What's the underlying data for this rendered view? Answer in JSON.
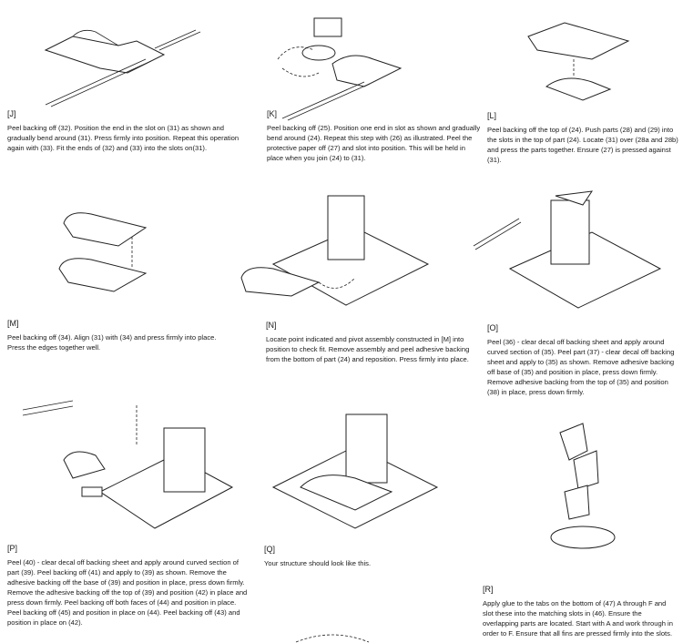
{
  "steps": [
    {
      "label": "[J]",
      "text": "Peel backing off (32). Position the end in the slot on (31) as shown and gradually bend around (31). Press firmly into position. Repeat this operation again with (33). Fit the ends of (32) and (33) into the slots on(31)."
    },
    {
      "label": "[K]",
      "text": "Peel backing off (25). Position one end in slot as shown and gradually bend around (24). Repeat this step with (26) as illustrated. Peel the protective paper off (27) and slot into position. This will be held in place when you join (24) to (31)."
    },
    {
      "label": "[L]",
      "text": "Peel backing off the top of (24). Push parts (28) and (29) into the slots in the top of part (24).        Locate (31) over (28a and 28b) and press the parts together. Ensure (27) is pressed against (31)."
    },
    {
      "label": "[M]",
      "text": "Peel backing off (34). Align (31) with (34) and press firmly into place. Press the edges together well."
    },
    {
      "label": "[N]",
      "text": "Locate point indicated and pivot assembly constructed in [M] into position to check fit. Remove assembly and peel adhesive backing from the bottom of part (24) and reposition. Press firmly into place."
    },
    {
      "label": "[O]",
      "text": "Peel (36) - clear decal off backing sheet and apply around curved section of (35). Peel part (37) - clear decal off backing sheet and apply to (35) as shown. Remove adhesive backing off base of (35) and position in place, press down firmly. Remove adhesive backing from the top of (35) and position (38) in place, press down firmly."
    },
    {
      "label": "[P]",
      "text": "Peel (40) - clear decal off backing sheet and apply around curved section of part (39). Peel backing off (41) and apply to (39) as shown. Remove the adhesive backing off the base of (39) and position in place, press down firmly. Remove the adhesive backing off the top of (39) and position (42) in place and press down firmly. Peel backing off both faces of (44) and position in place. Peel backing off (45) and position in place on (44). Peel backing off (43) and position in place on (42)."
    },
    {
      "label": "[Q]",
      "text": "Your structure should look like this."
    },
    {
      "label": "[R]",
      "text": "Apply glue to the tabs on the bottom of (47) A through F and slot these into the matching slots in (46). Ensure the overlapping parts are located. Start with A and work through in order to F. Ensure that all fins are pressed firmly into the slots."
    }
  ]
}
